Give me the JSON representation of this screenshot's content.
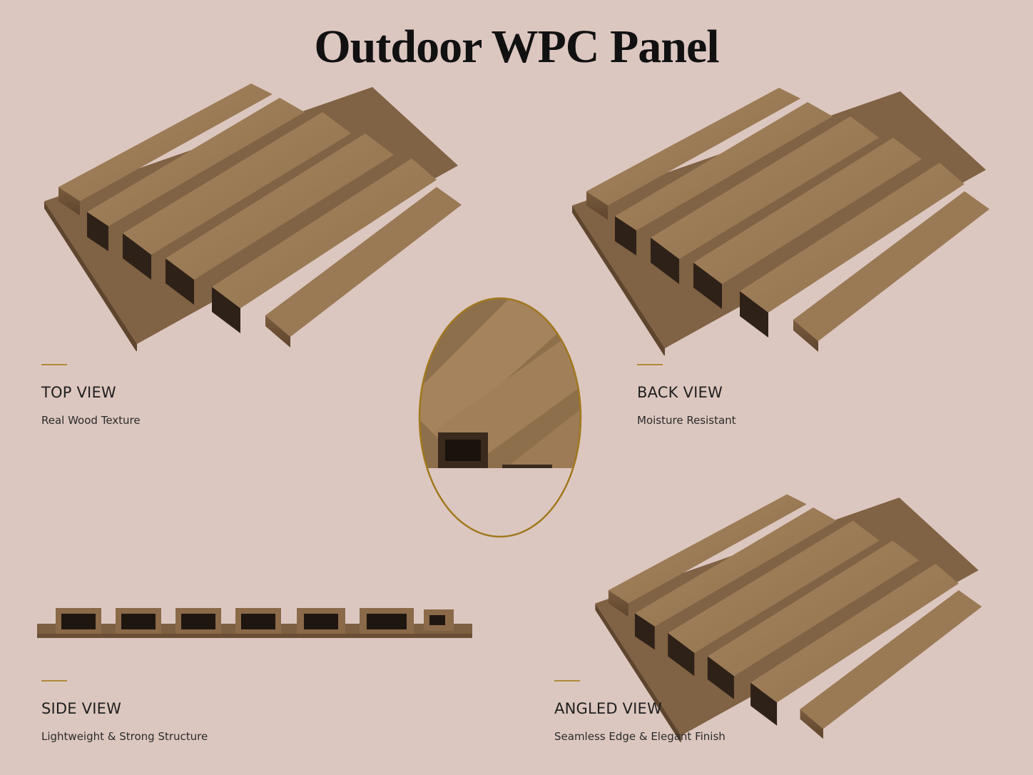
{
  "title": "Outdoor WPC Panel",
  "colors": {
    "background": "#dcc7c0",
    "wood": "#9c7c58",
    "wood_dark": "#6e5236",
    "accent_gold": "#b08a3a"
  },
  "views": [
    {
      "heading": "TOP VIEW",
      "subtitle": "Real Wood Texture"
    },
    {
      "heading": "BACK VIEW",
      "subtitle": "Moisture Resistant"
    },
    {
      "heading": "SIDE VIEW",
      "subtitle": "Lightweight & Strong Structure"
    },
    {
      "heading": "ANGLED VIEW",
      "subtitle": "Seamless Edge & Elegant Finish"
    }
  ]
}
